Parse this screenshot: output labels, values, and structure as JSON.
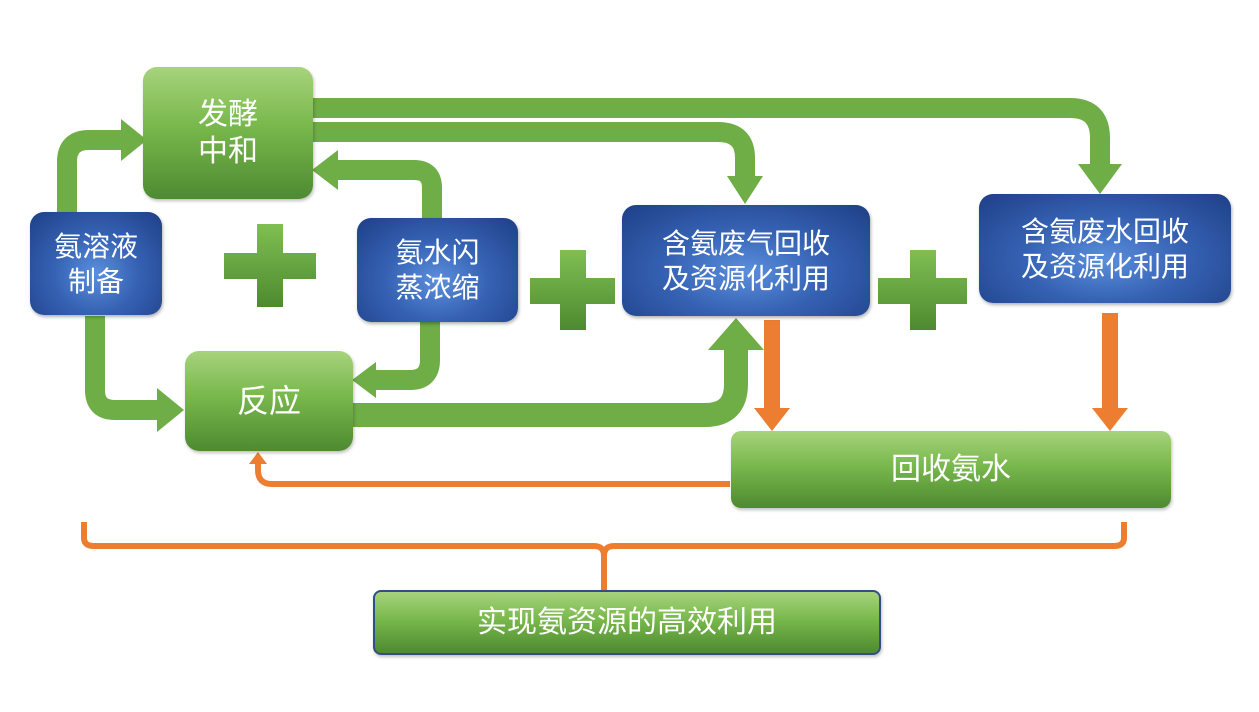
{
  "nodes": {
    "ferment": {
      "line1": "发酵",
      "line2": "中和"
    },
    "ammonia_prep": {
      "line1": "氨溶液",
      "line2": "制备"
    },
    "flash": {
      "line1": "氨水闪",
      "line2": "蒸浓缩"
    },
    "reaction": {
      "label": "反应"
    },
    "gas_recovery": {
      "line1": "含氨废气回收",
      "line2": "及资源化利用"
    },
    "water_recovery": {
      "line1": "含氨废水回收",
      "line2": "及资源化利用"
    },
    "recycled_ammonia": {
      "label": "回收氨水"
    },
    "goal": {
      "label": "实现氨资源的高效利用"
    }
  },
  "colors": {
    "green_arrow": "#6fad47",
    "orange_arrow": "#ed7d31",
    "plus": "#6fad47",
    "green_box": "#70ad47",
    "blue_box": "#2f5597"
  }
}
